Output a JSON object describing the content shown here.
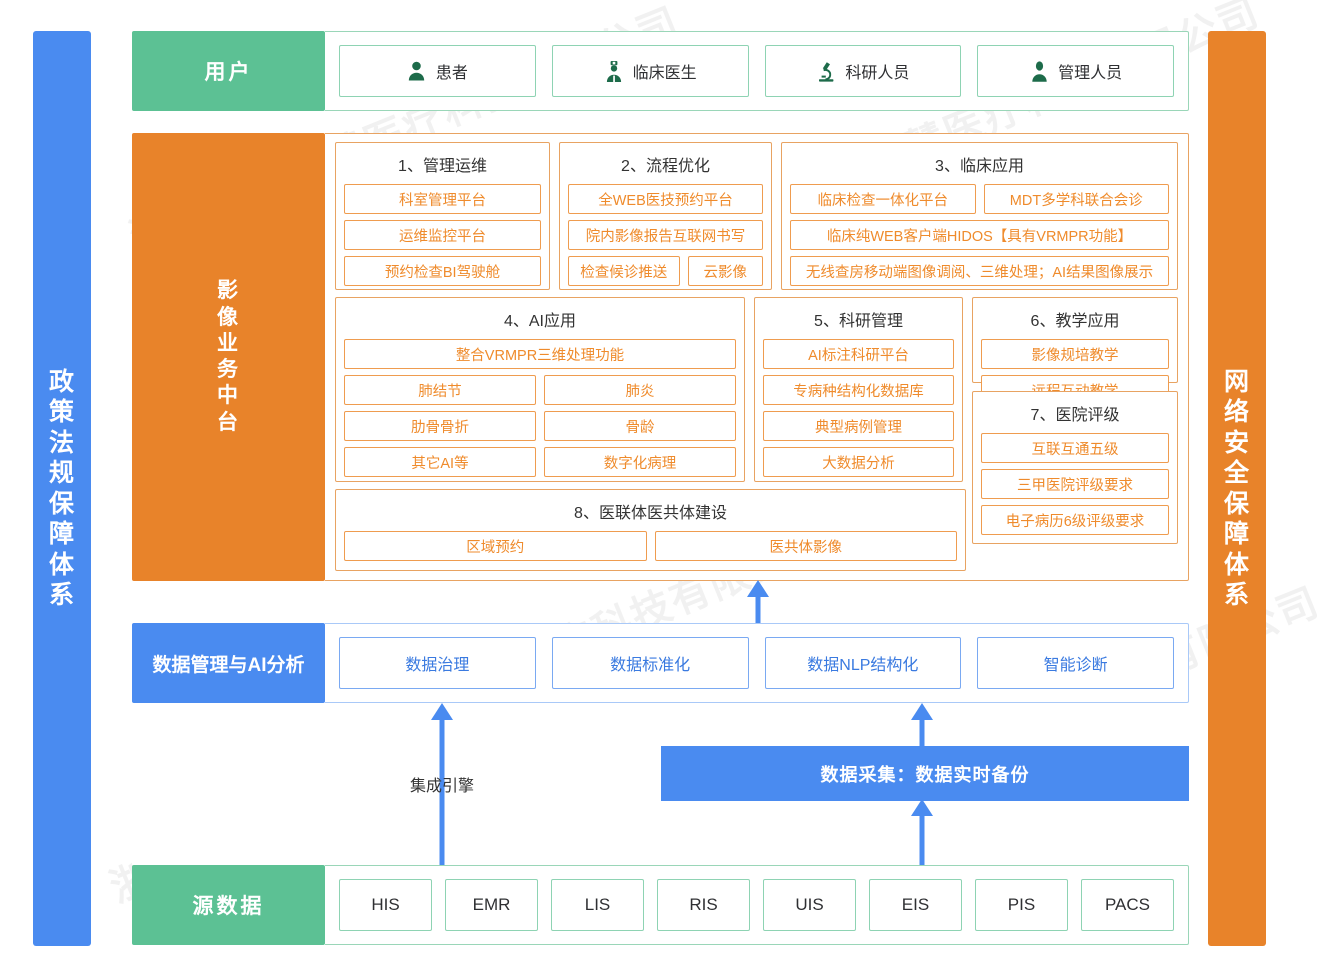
{
  "pillars": {
    "left": {
      "name": "policy-regulation-pillar",
      "text": "政策法规保障体系",
      "color": "#4a8bf0"
    },
    "right": {
      "name": "network-security-pillar",
      "text": "网络安全保障体系",
      "color": "#e8832a"
    }
  },
  "watermark": "浙江卡易智慧医疗科技有限公司",
  "users_row": {
    "label": "用户",
    "color": "#5cc194",
    "items": [
      {
        "label": "患者",
        "icon": "patient-icon"
      },
      {
        "label": "临床医生",
        "icon": "doctor-icon"
      },
      {
        "label": "科研人员",
        "icon": "microscope-icon"
      },
      {
        "label": "管理人员",
        "icon": "manager-icon"
      }
    ]
  },
  "middle_platform": {
    "label": "影像业务中台",
    "color": "#e8832a",
    "groups": [
      {
        "title": "1、管理运维",
        "rows": [
          [
            "科室管理平台"
          ],
          [
            "运维监控平台"
          ],
          [
            "预约检查BI驾驶舱"
          ]
        ]
      },
      {
        "title": "2、流程优化",
        "rows": [
          [
            "全WEB医技预约平台"
          ],
          [
            "院内影像报告互联网书写"
          ],
          [
            "检查候诊推送",
            "云影像"
          ]
        ]
      },
      {
        "title": "3、临床应用",
        "rows": [
          [
            "临床检查一体化平台",
            "MDT多学科联合会诊"
          ],
          [
            "临床纯WEB客户端HIDOS【具有VRMPR功能】"
          ],
          [
            "无线查房移动端图像调阅、三维处理；AI结果图像展示"
          ]
        ]
      },
      {
        "title": "4、AI应用",
        "rows": [
          [
            "整合VRMPR三维处理功能"
          ],
          [
            "肺结节",
            "肺炎"
          ],
          [
            "肋骨骨折",
            "骨龄"
          ],
          [
            "其它AI等",
            "数字化病理"
          ]
        ]
      },
      {
        "title": "5、科研管理",
        "rows": [
          [
            "AI标注科研平台"
          ],
          [
            "专病种结构化数据库"
          ],
          [
            "典型病例管理"
          ],
          [
            "大数据分析"
          ]
        ]
      },
      {
        "title": "6、教学应用",
        "rows": [
          [
            "影像规培教学"
          ],
          [
            "远程互动教学"
          ]
        ]
      },
      {
        "title": "7、医院评级",
        "rows": [
          [
            "互联互通五级"
          ],
          [
            "三甲医院评级要求"
          ],
          [
            "电子病历6级评级要求"
          ]
        ]
      },
      {
        "title": "8、医联体医共体建设",
        "rows": [
          [
            "区域预约",
            "医共体影像"
          ]
        ]
      }
    ]
  },
  "data_management": {
    "label": "数据管理与AI分析",
    "color": "#4a8bf0",
    "items": [
      "数据治理",
      "数据标准化",
      "数据NLP结构化",
      "智能诊断"
    ]
  },
  "integration": {
    "engine_label": "集成引擎",
    "collection_bar": "数据采集：数据实时备份",
    "collection_color": "#4a8bf0"
  },
  "source_data": {
    "label": "源数据",
    "color": "#5cc194",
    "items": [
      "HIS",
      "EMR",
      "LIS",
      "RIS",
      "UIS",
      "EIS",
      "PIS",
      "PACS"
    ]
  }
}
